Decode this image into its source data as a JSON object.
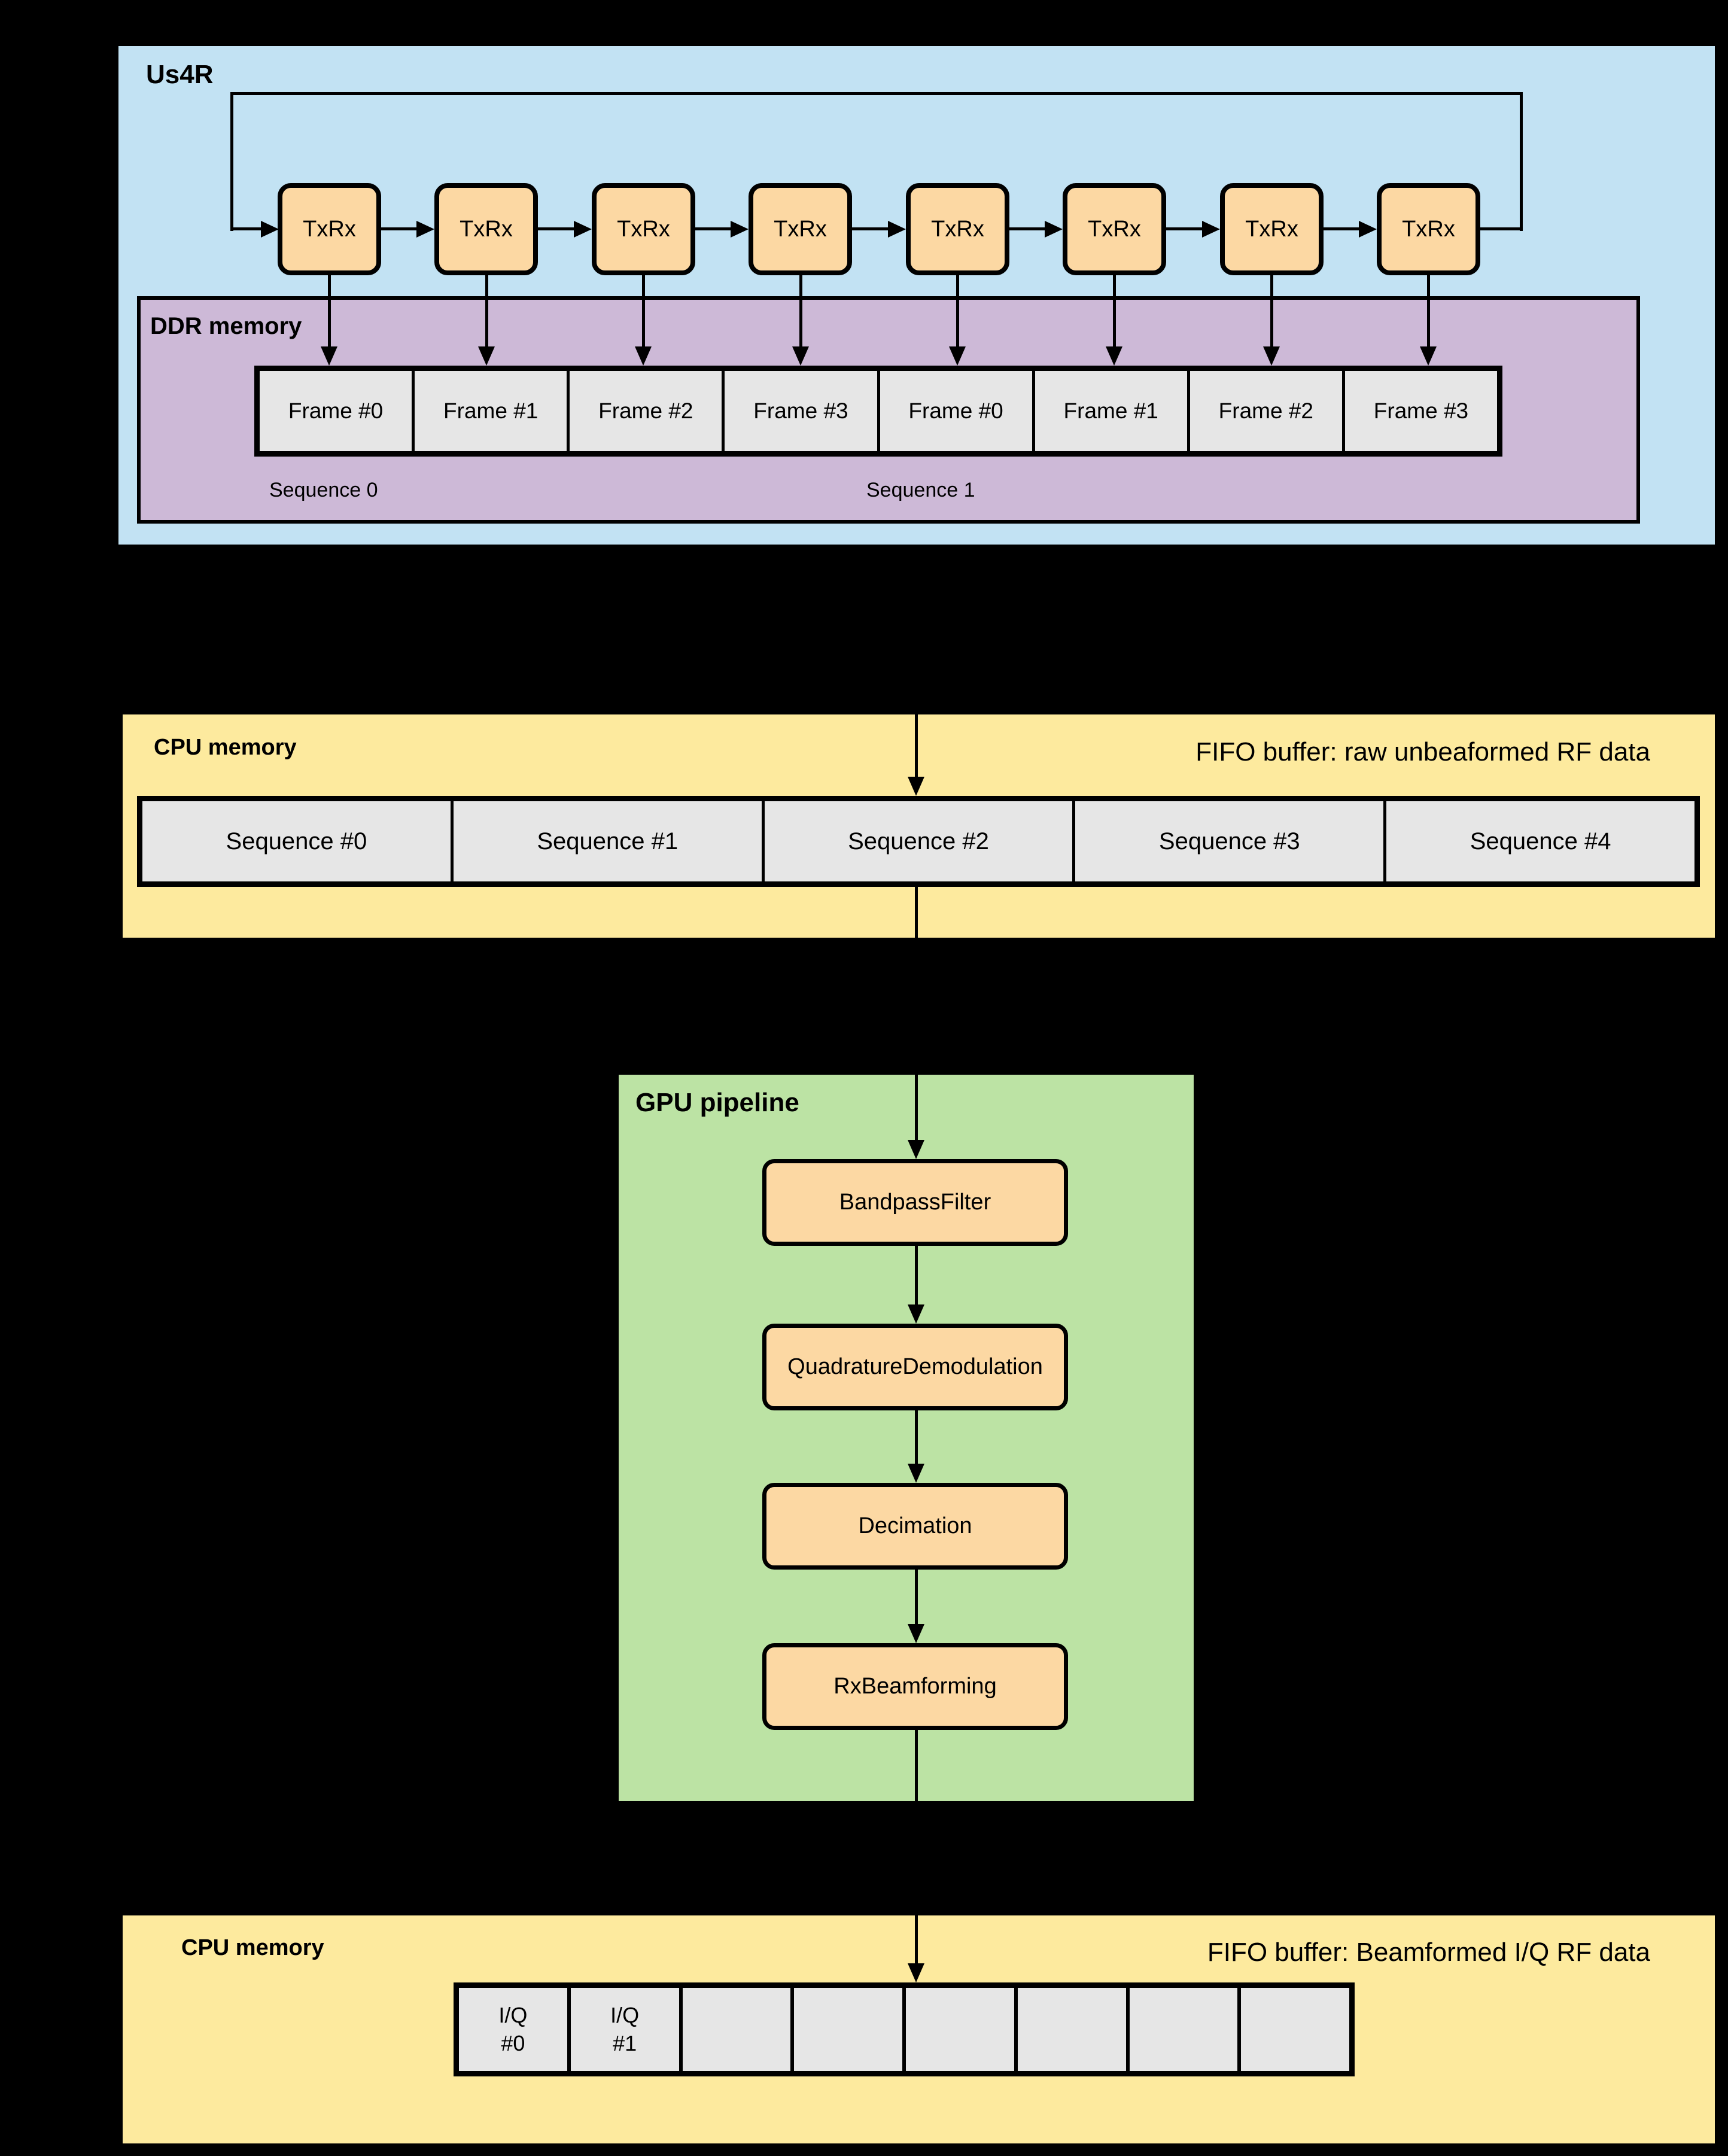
{
  "colors": {
    "background": "#000000",
    "us4r_fill": "#c2e2f3",
    "ddr_fill": "#cdb9d7",
    "cpu_fill": "#fdea9e",
    "gpu_fill": "#bce3a4",
    "node_fill": "#fcd8a3",
    "cell_fill": "#e6e6e6",
    "line": "#000000"
  },
  "us4r": {
    "title": "Us4R",
    "txrx": [
      "TxRx",
      "TxRx",
      "TxRx",
      "TxRx",
      "TxRx",
      "TxRx",
      "TxRx",
      "TxRx"
    ],
    "ddr": {
      "title": "DDR memory",
      "frames": [
        "Frame #0",
        "Frame #1",
        "Frame #2",
        "Frame #3",
        "Frame #0",
        "Frame #1",
        "Frame #2",
        "Frame #3"
      ],
      "sequence_labels": [
        "Sequence 0",
        "Sequence 1"
      ]
    }
  },
  "cpu_raw": {
    "title": "CPU memory",
    "fifo_label": "FIFO buffer: raw unbeaformed RF data",
    "cells": [
      "Sequence #0",
      "Sequence #1",
      "Sequence #2",
      "Sequence #3",
      "Sequence #4"
    ]
  },
  "gpu": {
    "title": "GPU pipeline",
    "stages": [
      "BandpassFilter",
      "QuadratureDemodulation",
      "Decimation",
      "RxBeamforming"
    ]
  },
  "cpu_iq": {
    "title": "CPU memory",
    "fifo_label": "FIFO buffer: Beamformed I/Q RF data",
    "cells": [
      "I/Q\n#0",
      "I/Q\n#1",
      "",
      "",
      "",
      "",
      "",
      ""
    ]
  }
}
